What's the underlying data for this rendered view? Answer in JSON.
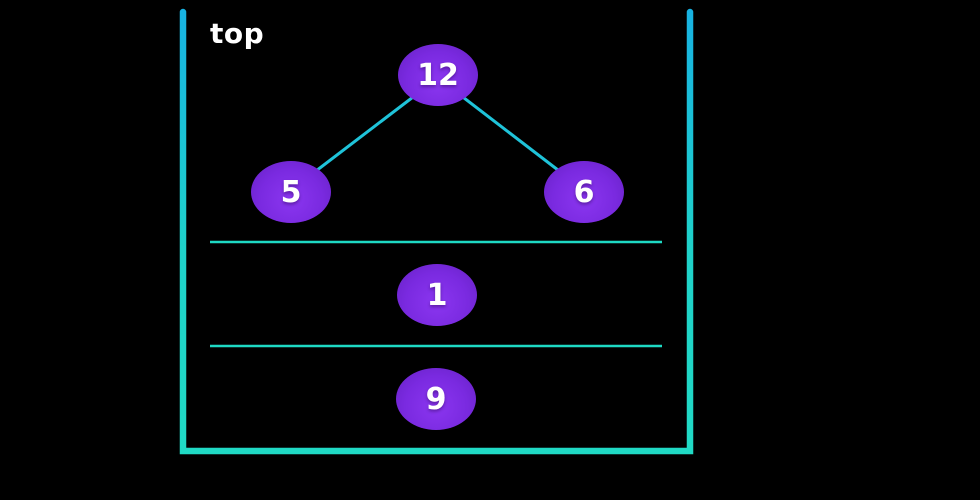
{
  "stack": {
    "top_label": "top",
    "elements": [
      {
        "kind": "binary-tree",
        "root": "12",
        "left_child": "5",
        "right_child": "6"
      },
      {
        "kind": "value",
        "value": "1"
      },
      {
        "kind": "value",
        "value": "9"
      }
    ]
  },
  "colors": {
    "background": "#000000",
    "frame_gradient_top": "#17b1e3",
    "frame_gradient_mid": "#1fd2ca",
    "frame_gradient_bottom": "#20dcc4",
    "divider": "#1ed9c4",
    "edge": "#1fc3d9",
    "node_fill_light": "#8b36f0",
    "node_fill_mid": "#7a2ae0",
    "node_fill_dark": "#6520c2",
    "node_text": "#ffffff",
    "label_text": "#ffffff"
  }
}
